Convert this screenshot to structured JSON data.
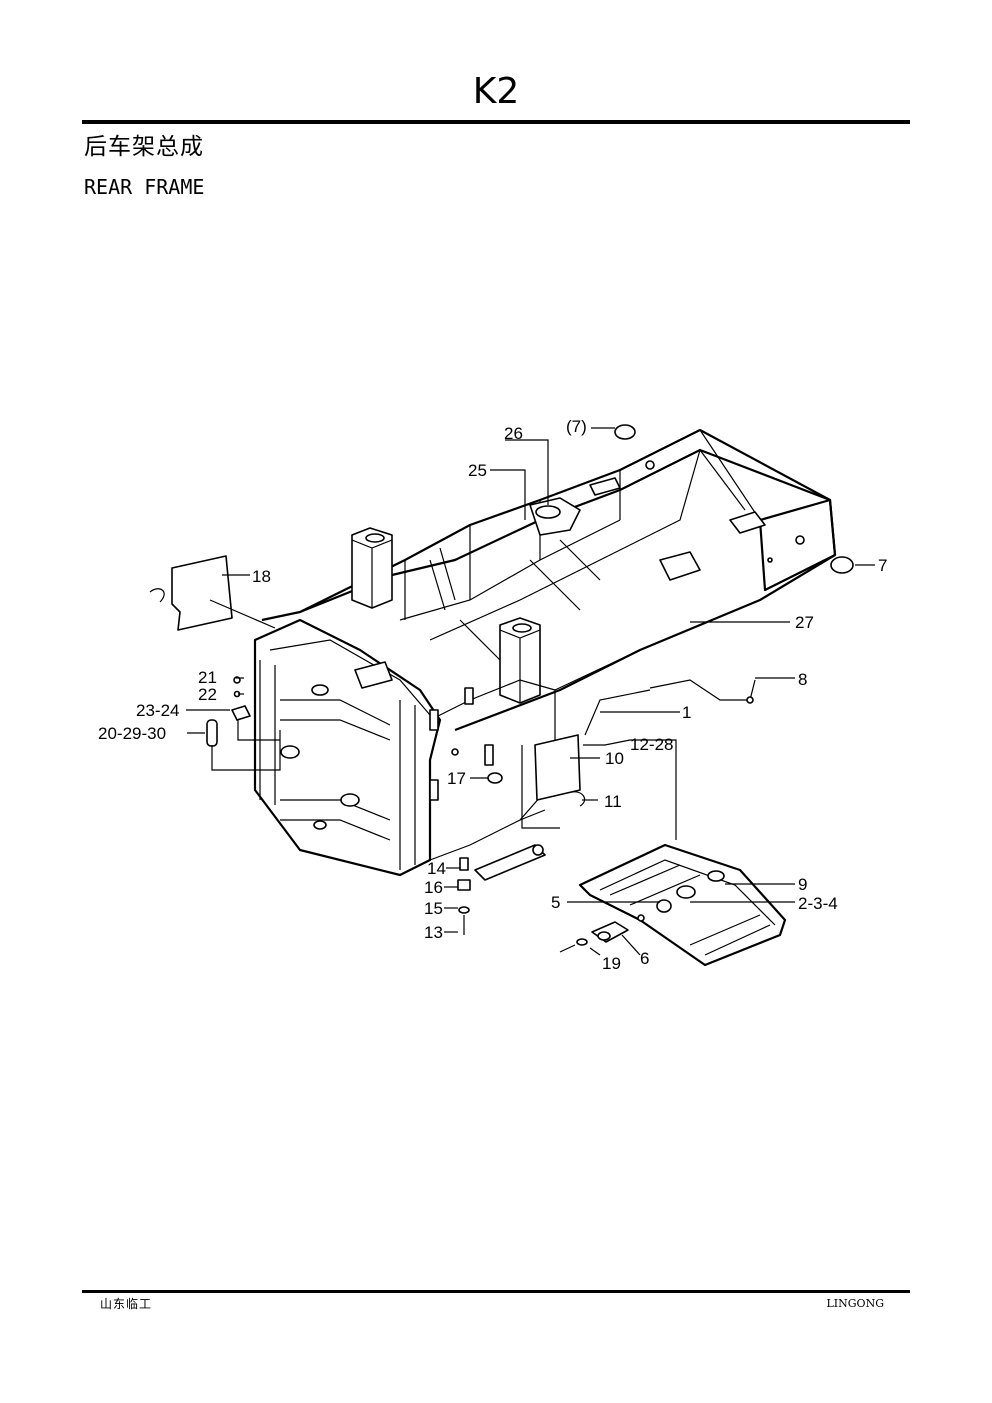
{
  "header": {
    "page_code": "K2",
    "title_cn": "后车架总成",
    "title_en": "REAR FRAME"
  },
  "callouts": [
    {
      "id": "c7a",
      "text": "(7)"
    },
    {
      "id": "c26",
      "text": "26"
    },
    {
      "id": "c25",
      "text": "25"
    },
    {
      "id": "c18",
      "text": "18"
    },
    {
      "id": "c7b",
      "text": "7"
    },
    {
      "id": "c27",
      "text": "27"
    },
    {
      "id": "c8",
      "text": "8"
    },
    {
      "id": "c21",
      "text": "21"
    },
    {
      "id": "c22",
      "text": "22"
    },
    {
      "id": "c2324",
      "text": "23-24"
    },
    {
      "id": "c202930",
      "text": "20-29-30"
    },
    {
      "id": "c1",
      "text": "1"
    },
    {
      "id": "c1228",
      "text": "12-28"
    },
    {
      "id": "c10",
      "text": "10"
    },
    {
      "id": "c17",
      "text": "17"
    },
    {
      "id": "c11",
      "text": "11"
    },
    {
      "id": "c14",
      "text": "14"
    },
    {
      "id": "c16",
      "text": "16"
    },
    {
      "id": "c15",
      "text": "15"
    },
    {
      "id": "c13",
      "text": "13"
    },
    {
      "id": "c9",
      "text": "9"
    },
    {
      "id": "c5",
      "text": "5"
    },
    {
      "id": "c234",
      "text": "2-3-4"
    },
    {
      "id": "c19",
      "text": "19"
    },
    {
      "id": "c6",
      "text": "6"
    }
  ],
  "footer": {
    "left": "山东临工",
    "right": "LINGONG"
  }
}
